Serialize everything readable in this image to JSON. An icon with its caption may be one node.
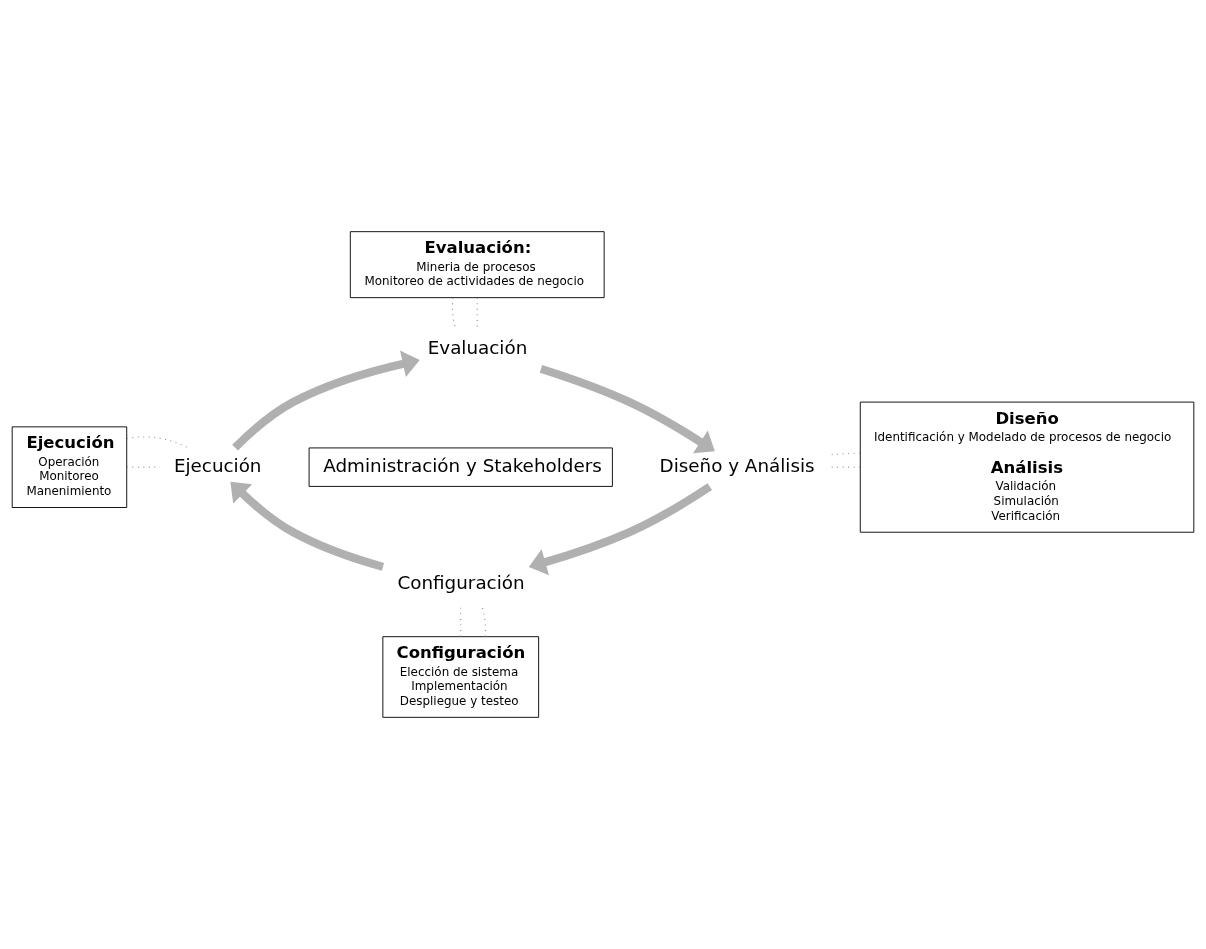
{
  "diagram": {
    "nodes": [
      {
        "text": [
          "Evaluación:",
          "Mineria de procesos",
          "Monitoreo de actividades de negocio"
        ]
      },
      {
        "text": [
          "Evaluación"
        ]
      },
      {
        "text": [
          "Ejecución",
          "Operación",
          "Monitoreo",
          "Manenimiento"
        ]
      },
      {
        "text": [
          "Ejecución"
        ]
      },
      {
        "text": [
          "Administración y Stakeholders"
        ]
      },
      {
        "text": [
          "Diseño y Análisis"
        ]
      },
      {
        "text": [
          "Diseño",
          "Identificación y Modelado de procesos de negocio",
          "Análisis",
          "Validación",
          "Simulación",
          "Verificación"
        ]
      },
      {
        "text": [
          "Configuración"
        ]
      },
      {
        "text": [
          "Configuración",
          "Elección de sistema",
          "Implementación",
          "Despliegue y testeo"
        ]
      }
    ],
    "edges": [
      {
        "from": 3,
        "to": 1,
        "arrow": "to",
        "style": "thick"
      },
      {
        "from": 1,
        "to": 5,
        "arrow": "to",
        "style": "thick"
      },
      {
        "from": 5,
        "to": 7,
        "arrow": "to",
        "style": "thick"
      },
      {
        "from": 7,
        "to": 3,
        "arrow": "to",
        "style": "thick"
      },
      {
        "from": 0,
        "to": 1,
        "arrow": "none",
        "style": "dashed"
      },
      {
        "from": 0,
        "to": 1,
        "arrow": "none",
        "style": "dashed"
      },
      {
        "from": 2,
        "to": 3,
        "arrow": "none",
        "style": "dashed"
      },
      {
        "from": 2,
        "to": 3,
        "arrow": "none",
        "style": "dashed"
      },
      {
        "from": 6,
        "to": 5,
        "arrow": "none",
        "style": "dashed"
      },
      {
        "from": 6,
        "to": 5,
        "arrow": "none",
        "style": "dashed"
      },
      {
        "from": 8,
        "to": 7,
        "arrow": "none",
        "style": "dashed"
      },
      {
        "from": 8,
        "to": 7,
        "arrow": "none",
        "style": "dashed"
      }
    ]
  }
}
